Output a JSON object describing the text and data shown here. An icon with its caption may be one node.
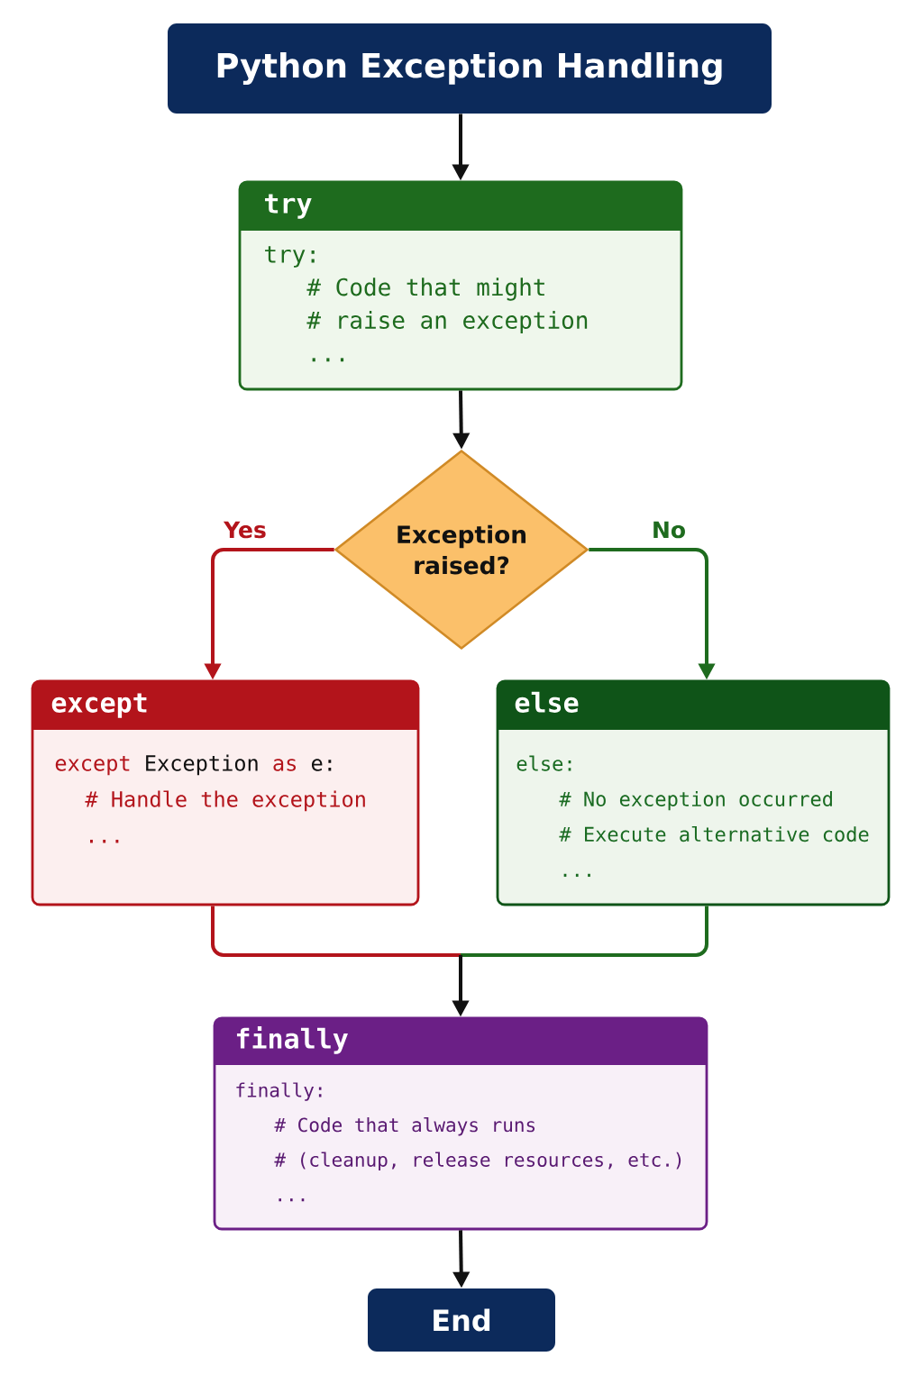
{
  "diagram": {
    "nodes": [
      {
        "text": [
          "Python Exception Handling"
        ]
      },
      {
        "text": [
          "try",
          "try:",
          "# Code that might",
          "# raise an exception",
          "..."
        ]
      },
      {
        "text": [
          "Exception raised?"
        ]
      },
      {
        "text": [
          "except",
          "except Exception as e:",
          "# Handle the exception",
          "..."
        ]
      },
      {
        "text": [
          "else",
          "else:",
          "# No exception occurred",
          "# Execute alternative code",
          "..."
        ]
      },
      {
        "text": [
          "finally",
          "finally:",
          "# Code that always runs",
          "# (cleanup, release resources, etc.)",
          "..."
        ]
      },
      {
        "text": [
          "End"
        ]
      }
    ],
    "edges": [
      {
        "from": 0,
        "to": 1,
        "arrow": "to"
      },
      {
        "from": 1,
        "to": 2,
        "arrow": "to"
      },
      {
        "from": 2,
        "to": 3,
        "arrow": "to",
        "label": "Yes",
        "color": "#b3141b"
      },
      {
        "from": 2,
        "to": 4,
        "arrow": "to",
        "label": "No",
        "color": "#1e6b1e"
      },
      {
        "from": 3,
        "to": 5,
        "arrow": "to",
        "color": "#b3141b"
      },
      {
        "from": 4,
        "to": 5,
        "arrow": "to",
        "color": "#1e6b1e"
      },
      {
        "from": 5,
        "to": 6,
        "arrow": "to"
      }
    ]
  }
}
